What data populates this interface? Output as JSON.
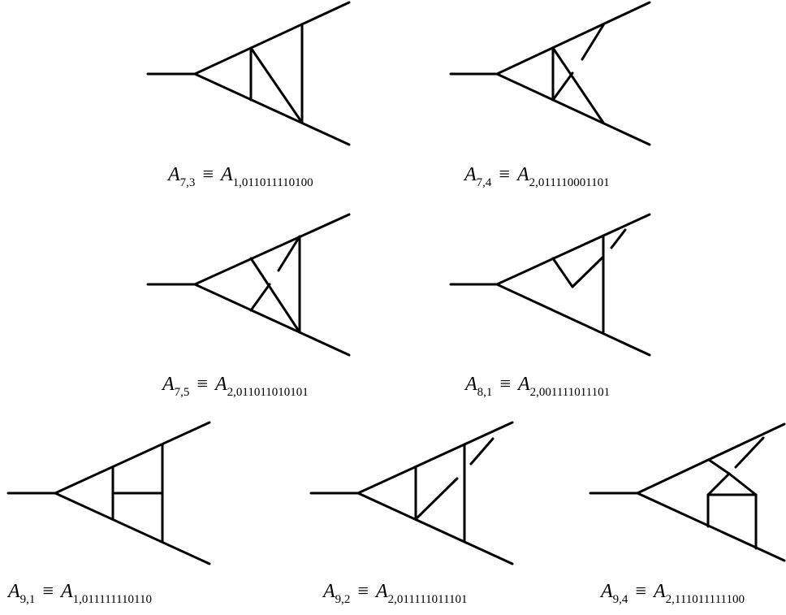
{
  "diagrams": [
    {
      "id": "A7_3",
      "symbol": "A",
      "left_sub": "7,3",
      "equiv": "≡",
      "right_sub": "1,011011110100"
    },
    {
      "id": "A7_4",
      "symbol": "A",
      "left_sub": "7,4",
      "equiv": "≡",
      "right_sub": "2,011110001101"
    },
    {
      "id": "A7_5",
      "symbol": "A",
      "left_sub": "7,5",
      "equiv": "≡",
      "right_sub": "2,011011010101"
    },
    {
      "id": "A8_1",
      "symbol": "A",
      "left_sub": "8,1",
      "equiv": "≡",
      "right_sub": "2,001111011101"
    },
    {
      "id": "A9_1",
      "symbol": "A",
      "left_sub": "9,1",
      "equiv": "≡",
      "right_sub": "1,011111110110"
    },
    {
      "id": "A9_2",
      "symbol": "A",
      "left_sub": "9,2",
      "equiv": "≡",
      "right_sub": "2,011111011101"
    },
    {
      "id": "A9_4",
      "symbol": "A",
      "left_sub": "9,4",
      "equiv": "≡",
      "right_sub": "2,111011111100"
    }
  ],
  "colors": {
    "stroke": "#000000",
    "background": "#ffffff"
  }
}
